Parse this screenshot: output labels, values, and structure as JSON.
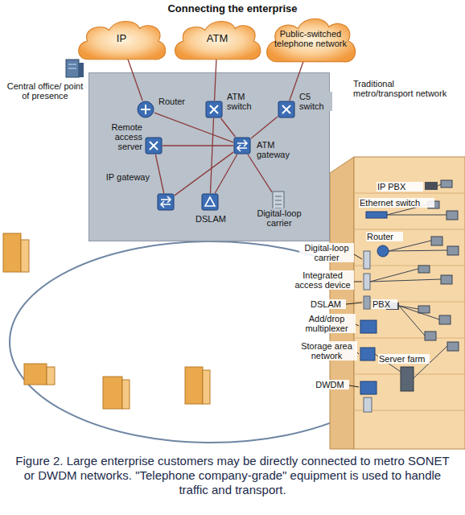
{
  "diagram": {
    "title": "Connecting the enterprise",
    "caption": "Figure 2. Large enterprise customers may be directly connected to metro SONET or DWDM networks. \"Telephone company-grade\" equipment is used to handle traffic and transport.",
    "nodes": [
      {
        "text": [
          "IP"
        ]
      },
      {
        "text": [
          "ATM"
        ]
      },
      {
        "text": [
          "Public-switched telephone network"
        ]
      },
      {
        "text": [
          "Central office/ point of presence"
        ]
      },
      {
        "text": [
          "Router"
        ],
        "in": 3
      },
      {
        "text": [
          "ATM switch"
        ],
        "in": 3
      },
      {
        "text": [
          "C5 switch"
        ],
        "in": 3
      },
      {
        "text": [
          "Remote access server"
        ],
        "in": 3
      },
      {
        "text": [
          "ATM gateway"
        ],
        "in": 3
      },
      {
        "text": [
          "IP gateway"
        ],
        "in": 3
      },
      {
        "text": [
          "DSLAM"
        ],
        "in": 3
      },
      {
        "text": [
          "Digital-loop carrier"
        ],
        "in": 3
      }
    ],
    "edges": [
      {
        "from": 0,
        "to": 4,
        "arrow": "none"
      },
      {
        "from": 1,
        "to": 5,
        "arrow": "none"
      },
      {
        "from": 2,
        "to": 6,
        "arrow": "none"
      },
      {
        "from": 4,
        "to": 8,
        "arrow": "none"
      },
      {
        "from": 5,
        "to": 8,
        "arrow": "none"
      },
      {
        "from": 6,
        "to": 8,
        "arrow": "none"
      },
      {
        "from": 7,
        "to": 8,
        "arrow": "none"
      },
      {
        "from": 8,
        "to": 9,
        "arrow": "none"
      },
      {
        "from": 8,
        "to": 10,
        "arrow": "none"
      },
      {
        "from": 8,
        "to": 11,
        "arrow": "none"
      },
      {
        "from": 5,
        "to": 10,
        "arrow": "none"
      },
      {
        "from": 7,
        "to": 9,
        "arrow": "none"
      }
    ],
    "labels": [
      "Traditional metro/transport network",
      "IP PBX",
      "Ethernet switch",
      "Router",
      "Digital-loop carrier",
      "Integrated access device",
      "DSLAM",
      "PBX",
      "Add/drop multiplexer",
      "Storage area network",
      "Server farm",
      "DWDM"
    ]
  }
}
